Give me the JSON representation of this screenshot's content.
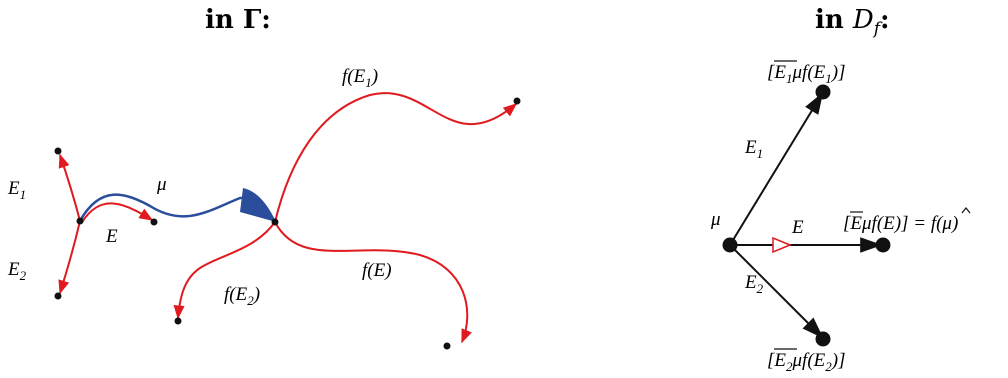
{
  "left_panel": {
    "heading": "in Γ:",
    "labels": {
      "E1": {
        "base": "E",
        "sub": "1"
      },
      "E2": {
        "base": "E",
        "sub": "2"
      },
      "E": "E",
      "mu": "μ",
      "fE1": {
        "pre": "f(E",
        "sub": "1",
        "post": ")"
      },
      "fE2": {
        "pre": "f(E",
        "sub": "2",
        "post": ")"
      },
      "fE": "f(E)"
    }
  },
  "right_panel": {
    "heading_pre": "in ",
    "heading_var": "D",
    "heading_sub": "f",
    "heading_post": ":",
    "labels": {
      "mu": "μ",
      "E": "E",
      "E1": {
        "base": "E",
        "sub": "1"
      },
      "E2": {
        "base": "E",
        "sub": "2"
      },
      "top": {
        "open": "[",
        "bar": "E",
        "bar_sub": "1",
        "rest_pre": "μf(E",
        "rest_sub": "1",
        "rest_post": ")]"
      },
      "bottom": {
        "open": "[",
        "bar": "E",
        "bar_sub": "2",
        "rest_pre": "μf(E",
        "rest_sub": "2",
        "rest_post": ")]"
      },
      "mid": {
        "open": "[",
        "bar": "E",
        "rest": "μf(E)] = ",
        "hat": "f",
        "end": "(μ)"
      }
    }
  },
  "colors": {
    "red": "#e01a1f",
    "blue": "#2a4d9c",
    "black": "#111111"
  }
}
